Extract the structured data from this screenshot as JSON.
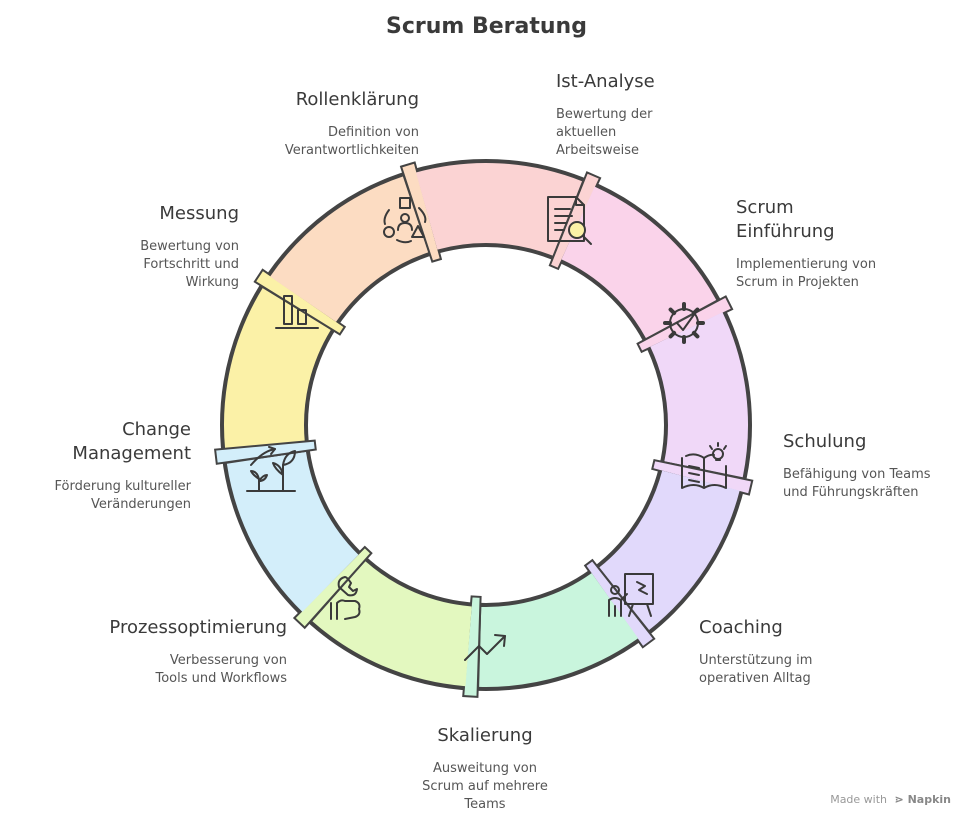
{
  "title": "Scrum Beratung",
  "steps": [
    {
      "title": "Ist-Analyse",
      "desc": "Bewertung der\naktuellen\nArbeitsweise",
      "color": "#fbf1a7",
      "icon": "document-search-icon"
    },
    {
      "title": "Scrum\nEinführung",
      "desc": "Implementierung von\nScrum in Projekten",
      "color": "#fcdcc2",
      "icon": "gear-check-icon"
    },
    {
      "title": "Schulung",
      "desc": "Befähigung von Teams\nund Führungskräften",
      "color": "#fbd3d3",
      "icon": "book-lightbulb-icon"
    },
    {
      "title": "Coaching",
      "desc": "Unterstützung im\noperativen Alltag",
      "color": "#fad3ea",
      "icon": "presenter-board-icon"
    },
    {
      "title": "Skalierung",
      "desc": "Ausweitung von\nScrum auf mehrere\nTeams",
      "color": "#f0d8f8",
      "icon": "trend-up-icon"
    },
    {
      "title": "Prozessoptimierung",
      "desc": "Verbesserung von\nTools und Workflows",
      "color": "#e1d9fb",
      "icon": "wrench-hand-icon"
    },
    {
      "title": "Change\nManagement",
      "desc": "Förderung kultureller\nVeränderungen",
      "color": "#c9f5dd",
      "icon": "plant-growth-icon"
    },
    {
      "title": "Messung",
      "desc": "Bewertung von\nFortschritt und\nWirkung",
      "color": "#e3f8bf",
      "icon": "bar-chart-icon"
    },
    {
      "title": "Rollenklärung",
      "desc": "Definition von\nVerantwortlichkeiten",
      "color": "#d3eefa",
      "icon": "roles-icon"
    }
  ],
  "footer": {
    "made_with": "Made with",
    "brand": "Napkin"
  }
}
